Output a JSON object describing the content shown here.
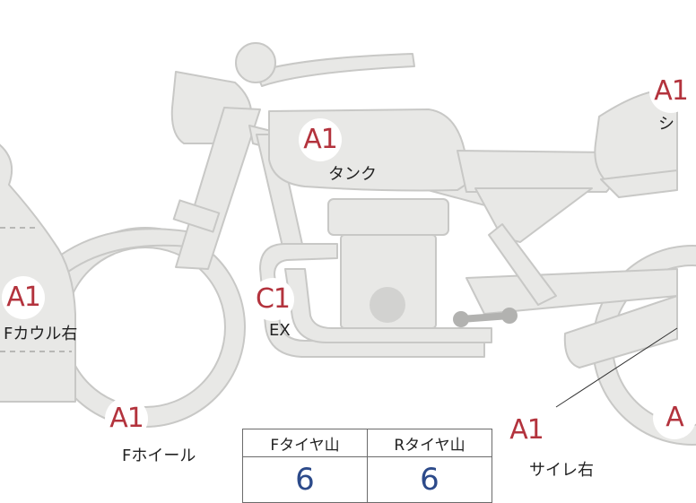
{
  "parts": [
    {
      "id": "tank",
      "code": "A1",
      "label": "タンク"
    },
    {
      "id": "fcowl-right",
      "code": "A1",
      "label": "Fカウル右"
    },
    {
      "id": "ex",
      "code": "C1",
      "label": "EX"
    },
    {
      "id": "fwheel",
      "code": "A1",
      "label": "Fホイール"
    },
    {
      "id": "silencer-right",
      "code": "A1",
      "label": "サイレ右"
    },
    {
      "id": "seat",
      "code": "A1",
      "label": "シ"
    },
    {
      "id": "rear-edge",
      "code": "A",
      "label": ""
    }
  ],
  "tire_table": {
    "front_header": "Fタイヤ山",
    "rear_header": "Rタイヤ山",
    "front_value": "6",
    "rear_value": "6"
  },
  "colors": {
    "badge_text": "#b3333d",
    "body_fill": "#e8e8e6",
    "body_stroke": "#c8c8c6",
    "value_text": "#2c4a8a"
  }
}
